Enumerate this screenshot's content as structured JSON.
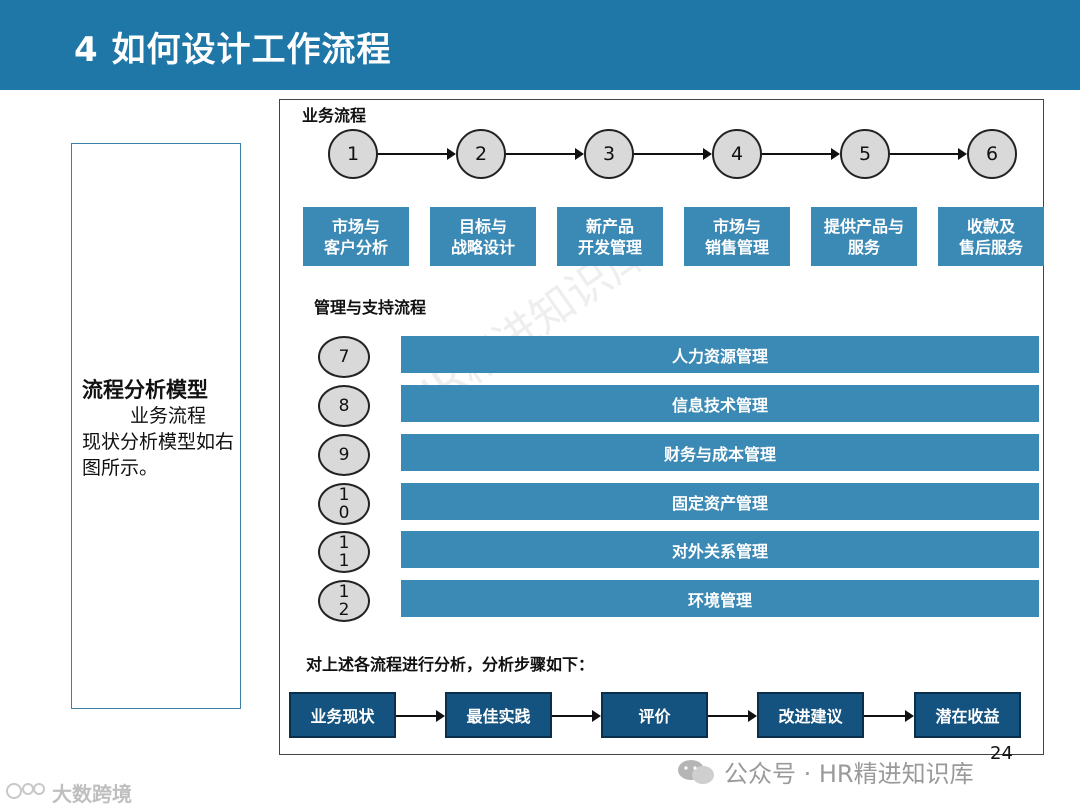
{
  "header": {
    "title": "4   如何设计工作流程"
  },
  "left_panel": {
    "title": "流程分析模型",
    "subtitle": "业务流程",
    "description": "现状分析模型如右图所示。"
  },
  "business": {
    "label": "业务流程",
    "numbers": [
      "1",
      "2",
      "3",
      "4",
      "5",
      "6"
    ],
    "boxes": [
      "市场与\n客户分析",
      "目标与\n战略设计",
      "新产品\n开发管理",
      "市场与\n销售管理",
      "提供产品与\n服务",
      "收款及\n售后服务"
    ]
  },
  "management": {
    "label": "管理与支持流程",
    "numbers": [
      "7",
      "8",
      "9",
      "1\n0",
      "1\n1",
      "1\n2"
    ],
    "bars": [
      "人力资源管理",
      "信息技术管理",
      "财务与成本管理",
      "固定资产管理",
      "对外关系管理",
      "环境管理"
    ]
  },
  "analysis": {
    "label": "对上述各流程进行分析，分析步骤如下：",
    "steps": [
      "业务现状",
      "最佳实践",
      "评价",
      "改进建议",
      "潜在收益"
    ]
  },
  "watermark": "HR精进知识库",
  "page_number": "24",
  "footer": {
    "wechat": "公众号 · HR精进知识库",
    "logo": "大数跨境"
  },
  "colors": {
    "header": "#1f77a7",
    "box": "#3b89b5",
    "step": "#14527f"
  }
}
